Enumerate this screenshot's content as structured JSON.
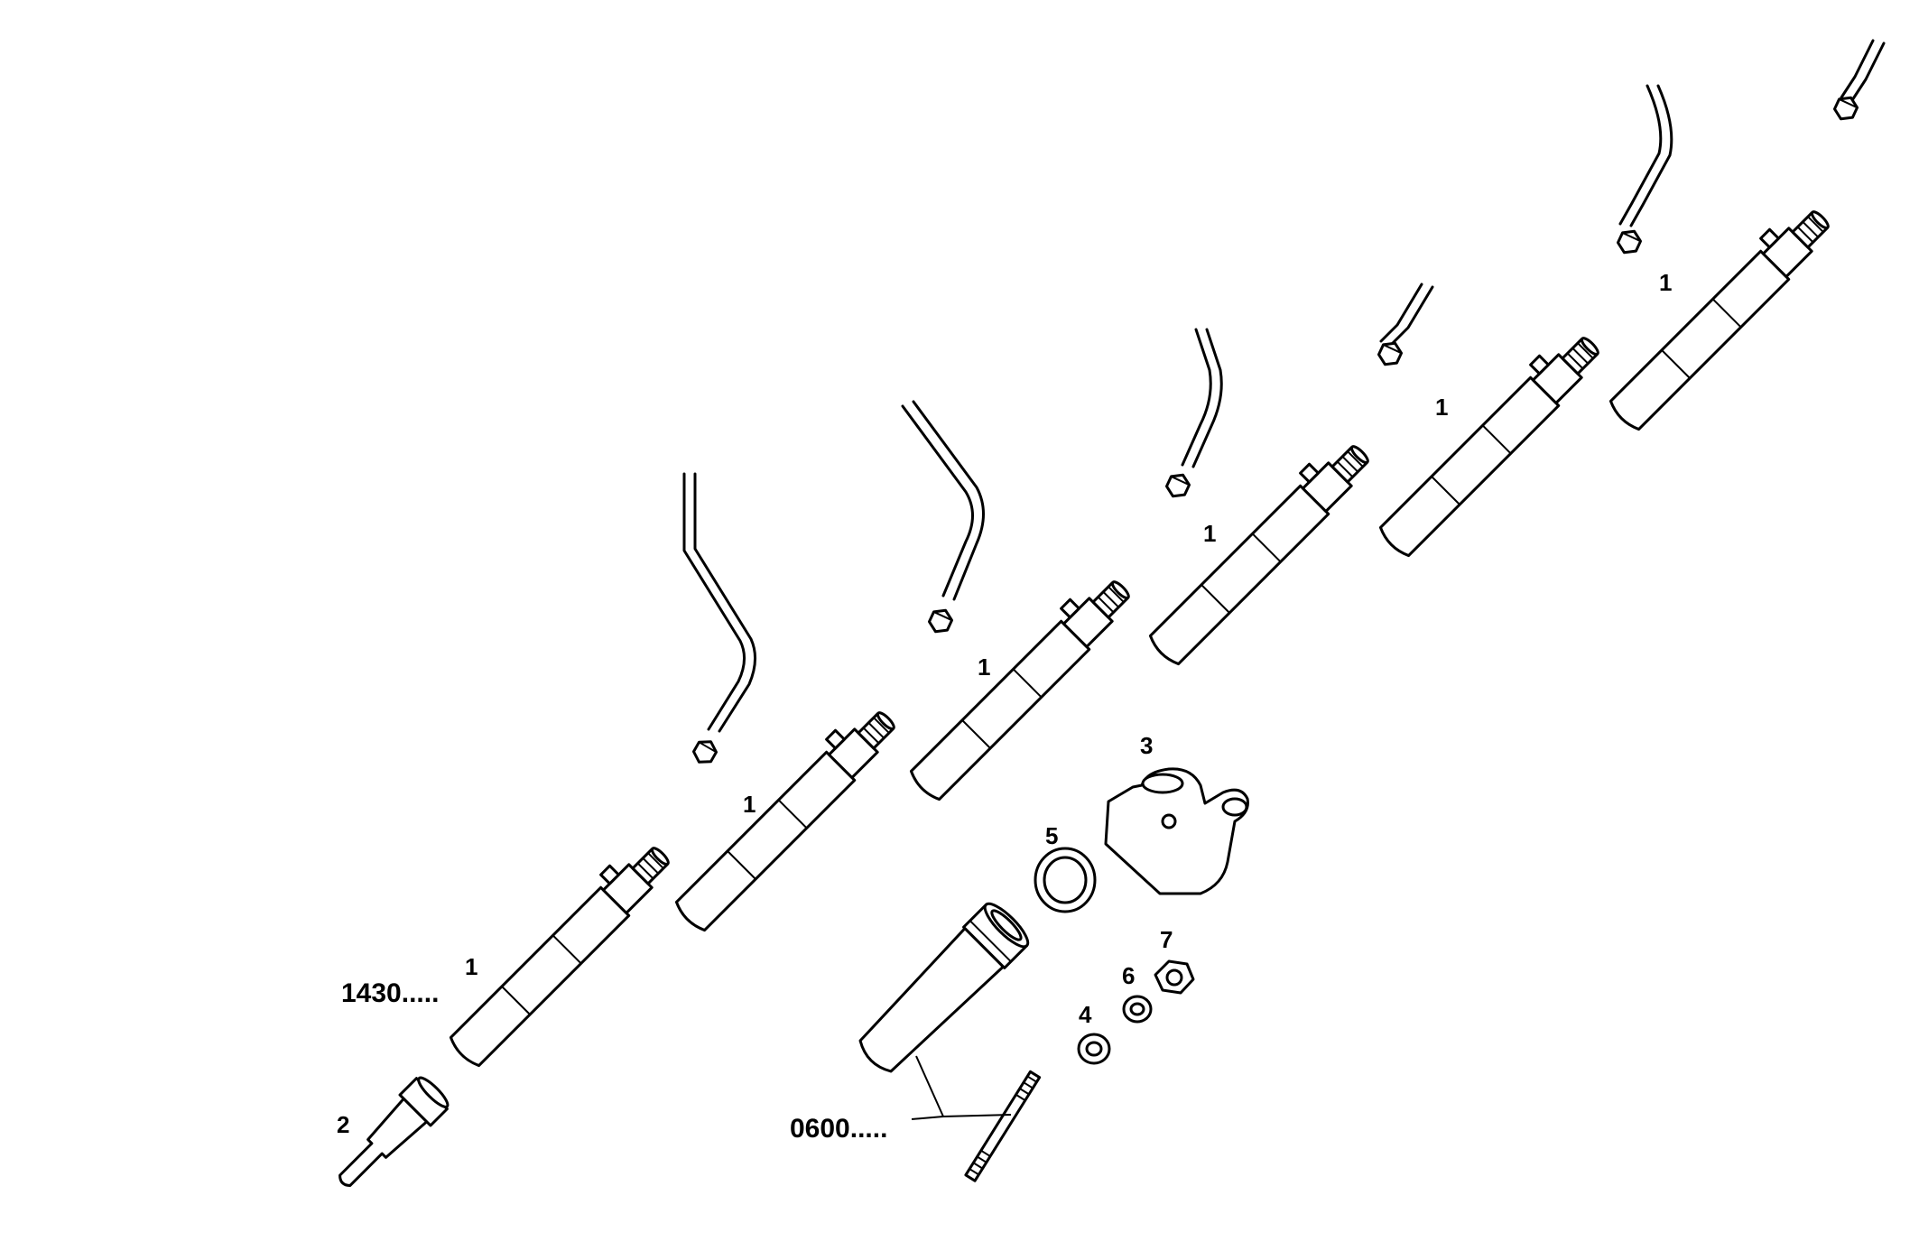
{
  "diagram": {
    "title": "",
    "injector_label": "1",
    "labels": {
      "nozzle": "2",
      "clamp": "3",
      "washer": "4",
      "seal_ring": "5",
      "spring_washer": "6",
      "nut": "7",
      "ref_injector": "1430.....",
      "ref_sleeve": "0600....."
    }
  }
}
